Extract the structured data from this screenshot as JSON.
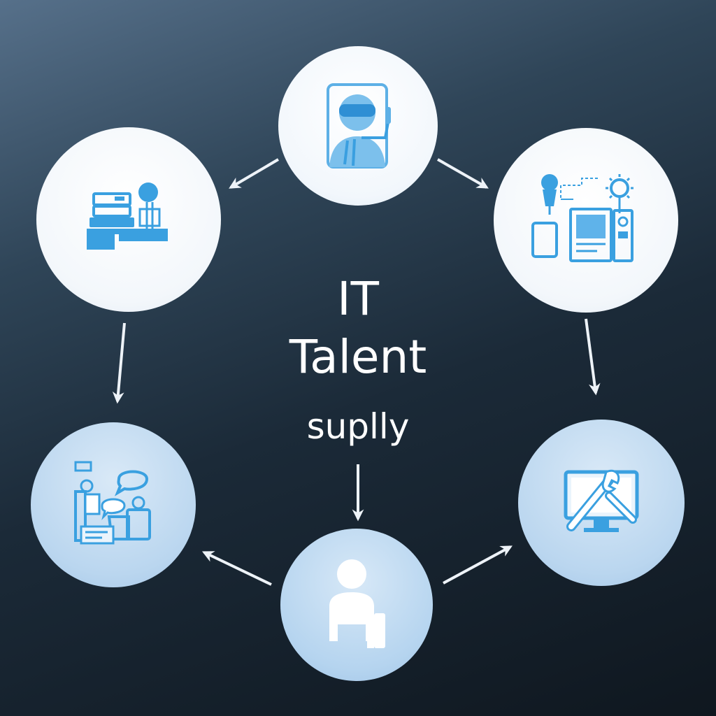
{
  "title": {
    "line1": "IT",
    "line2": "Talent",
    "line3": "suplly"
  },
  "colors": {
    "icon_blue": "#3aa0e0",
    "icon_light_blue": "#79bfea",
    "arrow": "#eef3f8",
    "text": "#ffffff"
  },
  "nodes": [
    {
      "id": "top",
      "icon": "vr-headset-person-icon"
    },
    {
      "id": "right",
      "icon": "lab-equipment-devices-icon"
    },
    {
      "id": "bottom-right",
      "icon": "monitor-tools-icon"
    },
    {
      "id": "bottom",
      "icon": "person-icon"
    },
    {
      "id": "bottom-left",
      "icon": "chat-meeting-icon"
    },
    {
      "id": "left",
      "icon": "server-desk-icon"
    }
  ]
}
